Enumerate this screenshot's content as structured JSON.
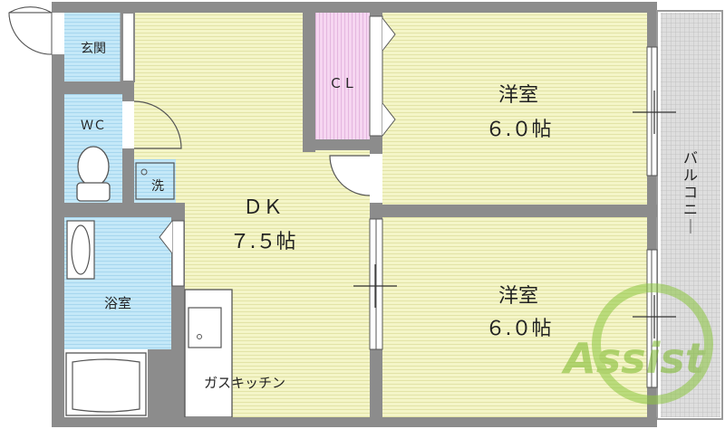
{
  "rooms": {
    "genkan": "玄関",
    "wc": "ＷＣ",
    "sentaku": "洗",
    "yokushitsu": "浴室",
    "cl": "ＣＬ",
    "dk_name": "ＤＫ",
    "dk_size": "７.５帖",
    "room1_name": "洋室",
    "room1_size": "６.０帖",
    "room2_name": "洋室",
    "room2_size": "６.０帖",
    "kitchen": "ガスキッチン",
    "balcony": "バルコニー"
  },
  "watermark": "Assist",
  "colors": {
    "wall": "#8c8c8c",
    "floor_wood": "#f4f5c8",
    "floor_wood_line": "#e2e3a6",
    "wet_area": "#bfe6f7",
    "closet": "#f4d2ef",
    "balcony": "#d4d4d4",
    "watermark": "#8cc63f"
  }
}
